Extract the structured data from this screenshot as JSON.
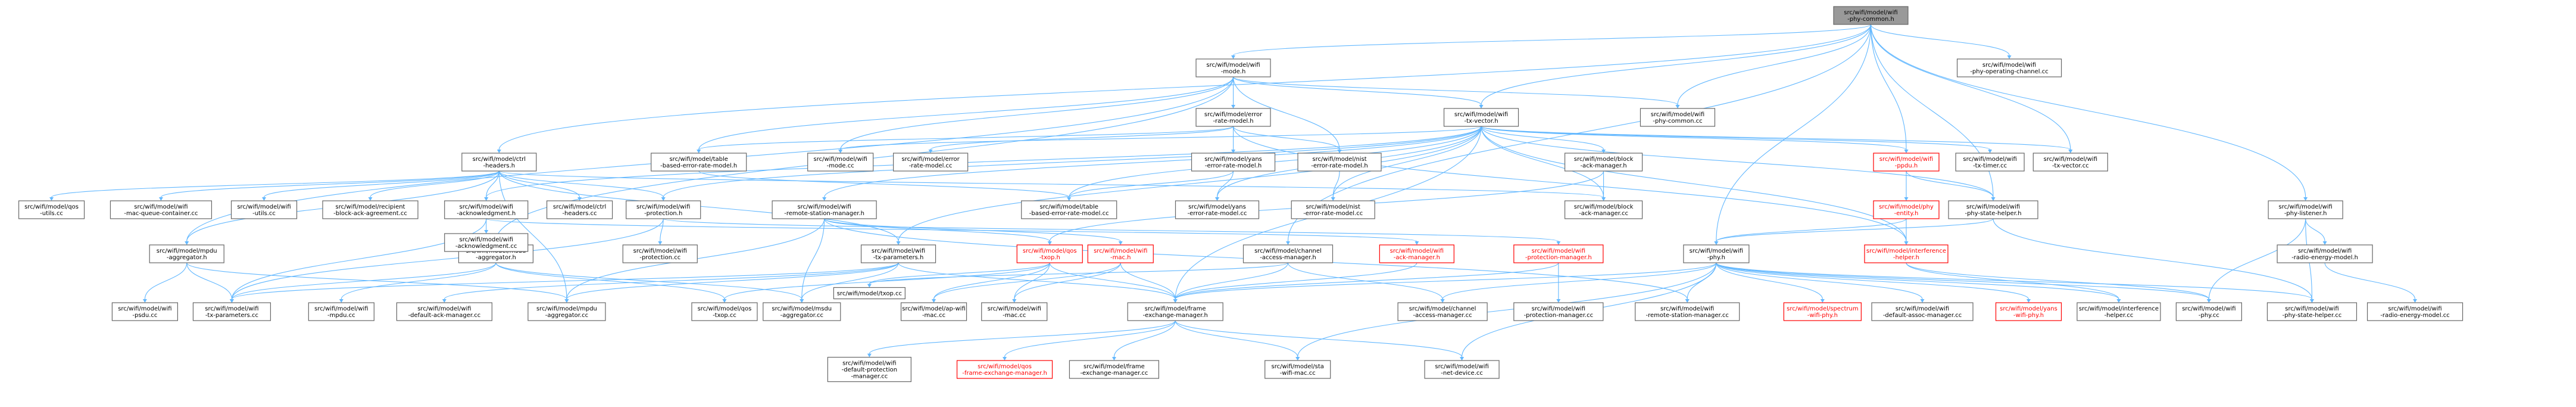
{
  "colors": {
    "edge": "#63b8ff",
    "node_border": "#666666",
    "root_fill": "#999999",
    "truncated": "#ff0000"
  },
  "nodes": {
    "phy-common-h": {
      "lines": [
        "src/wifi/model/wifi",
        "-phy-common.h"
      ]
    },
    "wifi-mode-h": {
      "lines": [
        "src/wifi/model/wifi",
        "-mode.h"
      ]
    },
    "wifi-phy-operating-channel-cc": {
      "lines": [
        "src/wifi/model/wifi",
        "-phy-operating-channel.cc"
      ]
    },
    "error-rate-model-h": {
      "lines": [
        "src/wifi/model/error",
        "-rate-model.h"
      ]
    },
    "wifi-tx-vector-h": {
      "lines": [
        "src/wifi/model/wifi",
        "-tx-vector.h"
      ]
    },
    "wifi-phy-common-cc": {
      "lines": [
        "src/wifi/model/wifi",
        "-phy-common.cc"
      ]
    },
    "ctrl-headers-h": {
      "lines": [
        "src/wifi/model/ctrl",
        "-headers.h"
      ]
    },
    "table-based-error-rate-model-h": {
      "lines": [
        "src/wifi/model/table",
        "-based-error-rate-model.h"
      ]
    },
    "wifi-mode-cc": {
      "lines": [
        "src/wifi/model/wifi",
        "-mode.cc"
      ]
    },
    "error-rate-model-cc": {
      "lines": [
        "src/wifi/model/error",
        "-rate-model.cc"
      ]
    },
    "yans-error-rate-model-h": {
      "lines": [
        "src/wifi/model/yans",
        "-error-rate-model.h"
      ]
    },
    "nist-error-rate-model-h": {
      "lines": [
        "src/wifi/model/nist",
        "-error-rate-model.h"
      ]
    },
    "block-ack-manager-h": {
      "lines": [
        "src/wifi/model/block",
        "-ack-manager.h"
      ]
    },
    "wifi-ppdu-h": {
      "lines": [
        "src/wifi/model/wifi",
        "-ppdu.h"
      ]
    },
    "wifi-tx-timer-cc": {
      "lines": [
        "src/wifi/model/wifi",
        "-tx-timer.cc"
      ]
    },
    "wifi-tx-vector-cc": {
      "lines": [
        "src/wifi/model/wifi",
        "-tx-vector.cc"
      ]
    },
    "qos-utils-cc": {
      "lines": [
        "src/wifi/model/qos",
        "-utils.cc"
      ]
    },
    "wifi-mac-queue-container-cc": {
      "lines": [
        "src/wifi/model/wifi",
        "-mac-queue-container.cc"
      ]
    },
    "wifi-utils-cc": {
      "lines": [
        "src/wifi/model/wifi",
        "-utils.cc"
      ]
    },
    "recipient-block-ack-agreement-cc": {
      "lines": [
        "src/wifi/model/recipient",
        "-block-ack-agreement.cc"
      ]
    },
    "wifi-acknowledgment-h": {
      "lines": [
        "src/wifi/model/wifi",
        "-acknowledgment.h"
      ]
    },
    "ctrl-headers-cc": {
      "lines": [
        "src/wifi/model/ctrl",
        "-headers.cc"
      ]
    },
    "wifi-protection-h": {
      "lines": [
        "src/wifi/model/wifi",
        "-protection.h"
      ]
    },
    "wifi-remote-station-manager-h": {
      "lines": [
        "src/wifi/model/wifi",
        "-remote-station-manager.h"
      ]
    },
    "table-based-error-rate-model-cc": {
      "lines": [
        "src/wifi/model/table",
        "-based-error-rate-model.cc"
      ]
    },
    "yans-error-rate-model-cc": {
      "lines": [
        "src/wifi/model/yans",
        "-error-rate-model.cc"
      ]
    },
    "nist-error-rate-model-cc": {
      "lines": [
        "src/wifi/model/nist",
        "-error-rate-model.cc"
      ]
    },
    "block-ack-manager-cc": {
      "lines": [
        "src/wifi/model/block",
        "-ack-manager.cc"
      ]
    },
    "phy-entity-h": {
      "lines": [
        "src/wifi/model/phy",
        "-entity.h"
      ]
    },
    "wifi-phy-state-helper-h": {
      "lines": [
        "src/wifi/model/wifi",
        "-phy-state-helper.h"
      ]
    },
    "wifi-phy-listener-h": {
      "lines": [
        "src/wifi/model/wifi",
        "-phy-listener.h"
      ]
    },
    "mpdu-aggregator-h": {
      "lines": [
        "src/wifi/model/mpdu",
        "-aggregator.h"
      ]
    },
    "msdu-aggregator-h": {
      "lines": [
        "src/wifi/model/msdu",
        "-aggregator.h"
      ]
    },
    "wifi-acknowledgment-cc": {
      "lines": [
        "src/wifi/model/wifi",
        "-acknowledgment.cc"
      ]
    },
    "wifi-protection-cc": {
      "lines": [
        "src/wifi/model/wifi",
        "-protection.cc"
      ]
    },
    "wifi-tx-parameters-h": {
      "lines": [
        "src/wifi/model/wifi",
        "-tx-parameters.h"
      ]
    },
    "qos-txop-h": {
      "lines": [
        "src/wifi/model/qos",
        "-txop.h"
      ]
    },
    "wifi-mac-h": {
      "lines": [
        "src/wifi/model/wifi",
        "-mac.h"
      ]
    },
    "channel-access-manager-h": {
      "lines": [
        "src/wifi/model/channel",
        "-access-manager.h"
      ]
    },
    "wifi-ack-manager-h": {
      "lines": [
        "src/wifi/model/wifi",
        "-ack-manager.h"
      ]
    },
    "wifi-protection-manager-h": {
      "lines": [
        "src/wifi/model/wifi",
        "-protection-manager.h"
      ]
    },
    "wifi-phy-h": {
      "lines": [
        "src/wifi/model/wifi",
        "-phy.h"
      ]
    },
    "interference-helper-h": {
      "lines": [
        "src/wifi/model/interference",
        "-helper.h"
      ]
    },
    "wifi-radio-energy-model-h": {
      "lines": [
        "src/wifi/model/wifi",
        "-radio-energy-model.h"
      ]
    },
    "wifi-psdu-cc": {
      "lines": [
        "src/wifi/model/wifi",
        "-psdu.cc"
      ]
    },
    "wifi-tx-parameters-cc": {
      "lines": [
        "src/wifi/model/wifi",
        "-tx-parameters.cc"
      ]
    },
    "wifi-mpdu-cc": {
      "lines": [
        "src/wifi/model/wifi",
        "-mpdu.cc"
      ]
    },
    "wifi-default-ack-manager-cc": {
      "lines": [
        "src/wifi/model/wifi",
        "-default-ack-manager.cc"
      ]
    },
    "mpdu-aggregator-cc": {
      "lines": [
        "src/wifi/model/mpdu",
        "-aggregator.cc"
      ]
    },
    "qos-txop-cc": {
      "lines": [
        "src/wifi/model/qos",
        "-txop.cc"
      ]
    },
    "msdu-aggregator-cc": {
      "lines": [
        "src/wifi/model/msdu",
        "-aggregator.cc"
      ]
    },
    "ap-wifi-mac-cc": {
      "lines": [
        "src/wifi/model/ap-wifi",
        "-mac.cc"
      ]
    },
    "wifi-mac-cc": {
      "lines": [
        "src/wifi/model/wifi",
        "-mac.cc"
      ]
    },
    "txop-cc": {
      "lines": [
        "src/wifi/model/txop.cc"
      ]
    },
    "frame-exchange-manager-h": {
      "lines": [
        "src/wifi/model/frame",
        "-exchange-manager.h"
      ]
    },
    "channel-access-manager-cc": {
      "lines": [
        "src/wifi/model/channel",
        "-access-manager.cc"
      ]
    },
    "wifi-protection-manager-cc": {
      "lines": [
        "src/wifi/model/wifi",
        "-protection-manager.cc"
      ]
    },
    "wifi-remote-station-manager-cc": {
      "lines": [
        "src/wifi/model/wifi",
        "-remote-station-manager.cc"
      ]
    },
    "spectrum-wifi-phy-h": {
      "lines": [
        "src/wifi/model/spectrum",
        "-wifi-phy.h"
      ]
    },
    "wifi-default-assoc-manager-cc": {
      "lines": [
        "src/wifi/model/wifi",
        "-default-assoc-manager.cc"
      ]
    },
    "yans-wifi-phy-h": {
      "lines": [
        "src/wifi/model/yans",
        "-wifi-phy.h"
      ]
    },
    "interference-helper-cc": {
      "lines": [
        "src/wifi/model/interference",
        "-helper.cc"
      ]
    },
    "wifi-phy-cc": {
      "lines": [
        "src/wifi/model/wifi",
        "-phy.cc"
      ]
    },
    "wifi-phy-state-helper-cc": {
      "lines": [
        "src/wifi/model/wifi",
        "-phy-state-helper.cc"
      ]
    },
    "wifi-radio-energy-model-cc": {
      "lines": [
        "src/wifi/model/wifi",
        "-radio-energy-model.cc"
      ]
    },
    "wifi-default-protection-manager-cc": {
      "lines": [
        "src/wifi/model/wifi",
        "-default-protection",
        "-manager.cc"
      ]
    },
    "qos-frame-exchange-manager-h": {
      "lines": [
        "src/wifi/model/qos",
        "-frame-exchange-manager.h"
      ]
    },
    "frame-exchange-manager-cc": {
      "lines": [
        "src/wifi/model/frame",
        "-exchange-manager.cc"
      ]
    },
    "sta-wifi-mac-cc": {
      "lines": [
        "src/wifi/model/sta",
        "-wifi-mac.cc"
      ]
    },
    "wifi-net-device-cc": {
      "lines": [
        "src/wifi/model/wifi",
        "-net-device.cc"
      ]
    }
  },
  "edges": [
    [
      "phy-common-h",
      "wifi-mode-h"
    ],
    [
      "phy-common-h",
      "wifi-phy-operating-channel-cc"
    ],
    [
      "phy-common-h",
      "wifi-tx-vector-h"
    ],
    [
      "phy-common-h",
      "wifi-phy-common-cc"
    ],
    [
      "phy-common-h",
      "ctrl-headers-h"
    ],
    [
      "phy-common-h",
      "wifi-tx-vector-cc"
    ],
    [
      "phy-common-h",
      "wifi-phy-listener-h"
    ],
    [
      "phy-common-h",
      "wifi-phy-state-helper-h"
    ],
    [
      "phy-common-h",
      "wifi-ppdu-h"
    ],
    [
      "phy-common-h",
      "channel-access-manager-h"
    ],
    [
      "phy-common-h",
      "wifi-phy-h"
    ],
    [
      "wifi-mode-h",
      "error-rate-model-h"
    ],
    [
      "wifi-mode-h",
      "wifi-tx-vector-h"
    ],
    [
      "wifi-mode-h",
      "wifi-phy-common-cc"
    ],
    [
      "wifi-mode-h",
      "table-based-error-rate-model-h"
    ],
    [
      "wifi-mode-h",
      "wifi-mode-cc"
    ],
    [
      "wifi-mode-h",
      "mpdu-aggregator-h"
    ],
    [
      "wifi-mode-h",
      "nist-error-rate-model-h"
    ],
    [
      "wifi-mode-h",
      "msdu-aggregator-h"
    ],
    [
      "error-rate-model-h",
      "error-rate-model-cc"
    ],
    [
      "error-rate-model-h",
      "yans-error-rate-model-h"
    ],
    [
      "error-rate-model-h",
      "nist-error-rate-model-h"
    ],
    [
      "error-rate-model-h",
      "table-based-error-rate-model-h"
    ],
    [
      "error-rate-model-h",
      "interference-helper-h"
    ],
    [
      "yans-error-rate-model-h",
      "yans-error-rate-model-cc"
    ],
    [
      "yans-error-rate-model-h",
      "table-based-error-rate-model-cc"
    ],
    [
      "nist-error-rate-model-h",
      "nist-error-rate-model-cc"
    ],
    [
      "table-based-error-rate-model-h",
      "table-based-error-rate-model-cc"
    ],
    [
      "wifi-tx-vector-h",
      "block-ack-manager-h"
    ],
    [
      "wifi-tx-vector-h",
      "wifi-ppdu-h"
    ],
    [
      "wifi-tx-vector-h",
      "wifi-tx-timer-cc"
    ],
    [
      "wifi-tx-vector-h",
      "wifi-tx-vector-cc"
    ],
    [
      "wifi-tx-vector-h",
      "wifi-protection-h"
    ],
    [
      "wifi-tx-vector-h",
      "wifi-acknowledgment-h"
    ],
    [
      "wifi-tx-vector-h",
      "wifi-remote-station-manager-h"
    ],
    [
      "wifi-tx-vector-h",
      "yans-error-rate-model-cc"
    ],
    [
      "wifi-tx-vector-h",
      "nist-error-rate-model-cc"
    ],
    [
      "wifi-tx-vector-h",
      "table-based-error-rate-model-cc"
    ],
    [
      "wifi-tx-vector-h",
      "block-ack-manager-cc"
    ],
    [
      "wifi-tx-vector-h",
      "wifi-tx-parameters-h"
    ],
    [
      "wifi-tx-vector-h",
      "wifi-phy-state-helper-h"
    ],
    [
      "wifi-tx-vector-h",
      "interference-helper-h"
    ],
    [
      "wifi-tx-vector-h",
      "frame-exchange-manager-h"
    ],
    [
      "wifi-tx-vector-h",
      "wifi-mode-cc"
    ],
    [
      "ctrl-headers-h",
      "qos-utils-cc"
    ],
    [
      "ctrl-headers-h",
      "wifi-mac-queue-container-cc"
    ],
    [
      "ctrl-headers-h",
      "wifi-utils-cc"
    ],
    [
      "ctrl-headers-h",
      "recipient-block-ack-agreement-cc"
    ],
    [
      "ctrl-headers-h",
      "wifi-acknowledgment-h"
    ],
    [
      "ctrl-headers-h",
      "ctrl-headers-cc"
    ],
    [
      "ctrl-headers-h",
      "wifi-protection-h"
    ],
    [
      "ctrl-headers-h",
      "block-ack-manager-cc"
    ],
    [
      "ctrl-headers-h",
      "mpdu-aggregator-h"
    ],
    [
      "ctrl-headers-h",
      "wifi-tx-parameters-h"
    ],
    [
      "ctrl-headers-h",
      "mpdu-aggregator-cc"
    ],
    [
      "block-ack-manager-h",
      "block-ack-manager-cc"
    ],
    [
      "block-ack-manager-h",
      "qos-txop-h"
    ],
    [
      "wifi-ppdu-h",
      "phy-entity-h"
    ],
    [
      "wifi-ppdu-h",
      "wifi-phy-state-helper-h"
    ],
    [
      "phy-entity-h",
      "wifi-phy-h"
    ],
    [
      "phy-entity-h",
      "interference-helper-h"
    ],
    [
      "wifi-phy-state-helper-h",
      "wifi-phy-h"
    ],
    [
      "wifi-phy-state-helper-h",
      "wifi-phy-state-helper-cc"
    ],
    [
      "wifi-phy-listener-h",
      "wifi-radio-energy-model-h"
    ],
    [
      "wifi-phy-listener-h",
      "wifi-phy-state-helper-cc"
    ],
    [
      "wifi-phy-listener-h",
      "wifi-phy-cc"
    ],
    [
      "wifi-radio-energy-model-h",
      "wifi-radio-energy-model-cc"
    ],
    [
      "wifi-acknowledgment-h",
      "wifi-acknowledgment-cc"
    ],
    [
      "wifi-acknowledgment-h",
      "wifi-tx-parameters-cc"
    ],
    [
      "wifi-acknowledgment-h",
      "wifi-ack-manager-h"
    ],
    [
      "wifi-protection-h",
      "wifi-protection-cc"
    ],
    [
      "wifi-protection-h",
      "wifi-tx-parameters-cc"
    ],
    [
      "wifi-protection-h",
      "wifi-protection-manager-h"
    ],
    [
      "wifi-remote-station-manager-h",
      "qos-txop-h"
    ],
    [
      "wifi-remote-station-manager-h",
      "wifi-mac-h"
    ],
    [
      "wifi-remote-station-manager-h",
      "wifi-remote-station-manager-cc"
    ],
    [
      "wifi-remote-station-manager-h",
      "mpdu-aggregator-cc"
    ],
    [
      "wifi-remote-station-manager-h",
      "msdu-aggregator-cc"
    ],
    [
      "mpdu-aggregator-h",
      "wifi-psdu-cc"
    ],
    [
      "mpdu-aggregator-h",
      "wifi-tx-parameters-cc"
    ],
    [
      "mpdu-aggregator-h",
      "mpdu-aggregator-cc"
    ],
    [
      "msdu-aggregator-h",
      "wifi-mpdu-cc"
    ],
    [
      "msdu-aggregator-h",
      "wifi-tx-parameters-cc"
    ],
    [
      "msdu-aggregator-h",
      "msdu-aggregator-cc"
    ],
    [
      "msdu-aggregator-h",
      "qos-txop-cc"
    ],
    [
      "wifi-tx-parameters-h",
      "wifi-tx-parameters-cc"
    ],
    [
      "wifi-tx-parameters-h",
      "wifi-default-ack-manager-cc"
    ],
    [
      "wifi-tx-parameters-h",
      "mpdu-aggregator-cc"
    ],
    [
      "wifi-tx-parameters-h",
      "msdu-aggregator-cc"
    ],
    [
      "wifi-tx-parameters-h",
      "frame-exchange-manager-h"
    ],
    [
      "qos-txop-h",
      "qos-txop-cc"
    ],
    [
      "qos-txop-h",
      "txop-cc"
    ],
    [
      "qos-txop-h",
      "ap-wifi-mac-cc"
    ],
    [
      "qos-txop-h",
      "wifi-mac-cc"
    ],
    [
      "qos-txop-h",
      "frame-exchange-manager-h"
    ],
    [
      "wifi-mac-h",
      "wifi-mac-cc"
    ],
    [
      "wifi-mac-h",
      "ap-wifi-mac-cc"
    ],
    [
      "wifi-mac-h",
      "frame-exchange-manager-h"
    ],
    [
      "channel-access-manager-h",
      "channel-access-manager-cc"
    ],
    [
      "channel-access-manager-h",
      "txop-cc"
    ],
    [
      "channel-access-manager-h",
      "frame-exchange-manager-h"
    ],
    [
      "wifi-ack-manager-h",
      "frame-exchange-manager-h"
    ],
    [
      "wifi-protection-manager-h",
      "wifi-protection-manager-cc"
    ],
    [
      "wifi-protection-manager-h",
      "frame-exchange-manager-h"
    ],
    [
      "wifi-phy-h",
      "spectrum-wifi-phy-h"
    ],
    [
      "wifi-phy-h",
      "wifi-default-assoc-manager-cc"
    ],
    [
      "wifi-phy-h",
      "yans-wifi-phy-h"
    ],
    [
      "wifi-phy-h",
      "interference-helper-cc"
    ],
    [
      "wifi-phy-h",
      "wifi-phy-cc"
    ],
    [
      "wifi-phy-h",
      "wifi-phy-state-helper-cc"
    ],
    [
      "wifi-phy-h",
      "wifi-net-device-cc"
    ],
    [
      "wifi-phy-h",
      "channel-access-manager-cc"
    ],
    [
      "wifi-phy-h",
      "frame-exchange-manager-h"
    ],
    [
      "wifi-phy-h",
      "wifi-remote-station-manager-cc"
    ],
    [
      "wifi-phy-h",
      "sta-wifi-mac-cc"
    ],
    [
      "interference-helper-h",
      "interference-helper-cc"
    ],
    [
      "interference-helper-h",
      "wifi-phy-cc"
    ],
    [
      "frame-exchange-manager-h",
      "wifi-default-protection-manager-cc"
    ],
    [
      "frame-exchange-manager-h",
      "qos-frame-exchange-manager-h"
    ],
    [
      "frame-exchange-manager-h",
      "frame-exchange-manager-cc"
    ],
    [
      "frame-exchange-manager-h",
      "sta-wifi-mac-cc"
    ],
    [
      "frame-exchange-manager-h",
      "wifi-net-device-cc"
    ]
  ]
}
